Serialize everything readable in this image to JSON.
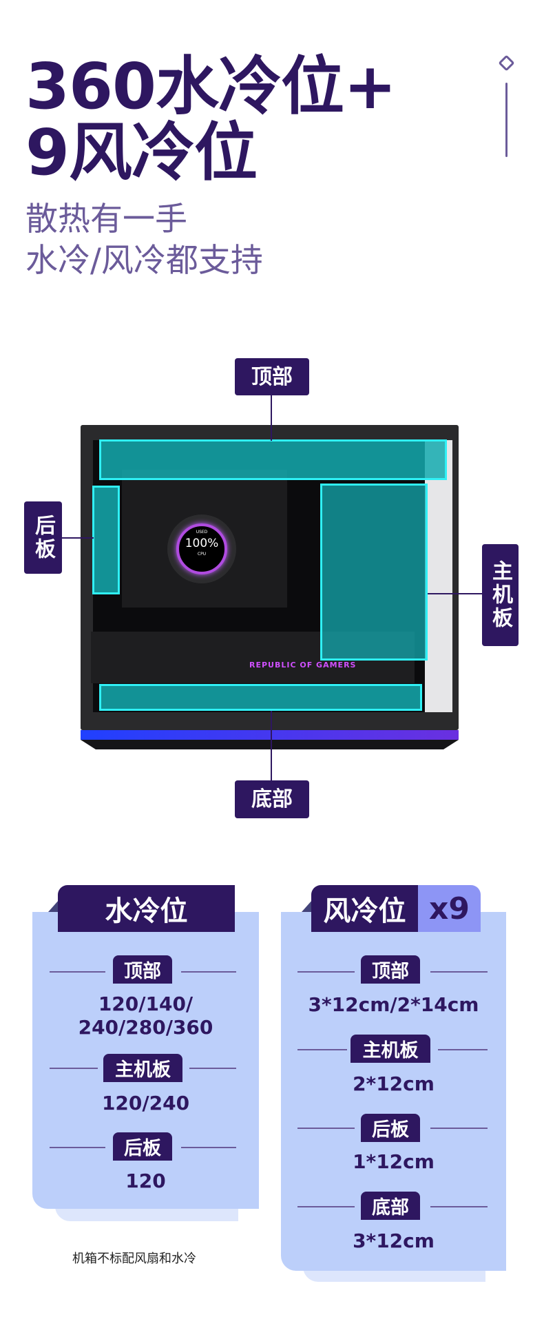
{
  "header": {
    "title_line1": "360水冷位+",
    "title_line2": "9风冷位",
    "subtitle_line1": "散热有一手",
    "subtitle_line2": "水冷/风冷都支持"
  },
  "diagram": {
    "top": "顶部",
    "back": "后板",
    "motherboard": "主机板",
    "bottom": "底部",
    "cooler_used": "USED",
    "cooler_percent": "100%",
    "cooler_cpu": "CPU",
    "rog_text": "REPUBLIC OF GAMERS"
  },
  "water": {
    "title": "水冷位",
    "rows": [
      {
        "label": "顶部",
        "value": "120/140/",
        "value2": "240/280/360"
      },
      {
        "label": "主机板",
        "value": "120/240"
      },
      {
        "label": "后板",
        "value": "120"
      }
    ]
  },
  "air": {
    "title": "风冷位",
    "count": "x9",
    "rows": [
      {
        "label": "顶部",
        "value": "3*12cm/2*14cm"
      },
      {
        "label": "主机板",
        "value": "2*12cm"
      },
      {
        "label": "后板",
        "value": "1*12cm"
      },
      {
        "label": "底部",
        "value": "3*12cm"
      }
    ]
  },
  "footnote": "机箱不标配风扇和水冷",
  "colors": {
    "primary": "#2e1760",
    "secondary": "#6b5b9a",
    "card": "#bccffa",
    "accent": "#8d95f5",
    "cyan": "#30f0f5"
  }
}
